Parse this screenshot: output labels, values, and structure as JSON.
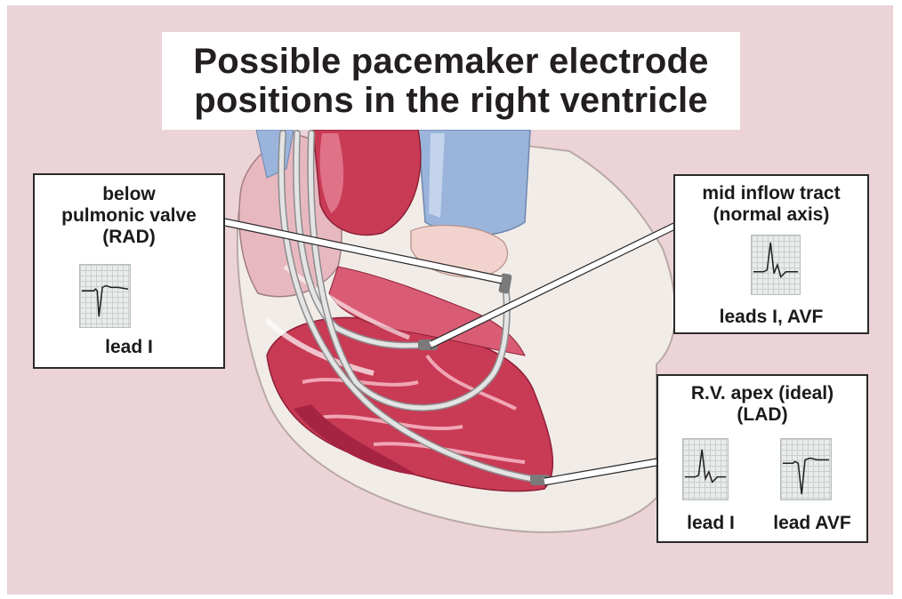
{
  "title": {
    "line1": "Possible pacemaker electrode",
    "line2": "positions in the right ventricle"
  },
  "labels": {
    "below_pulmonic": {
      "lines": [
        "below",
        "pulmonic valve",
        "(RAD)"
      ],
      "lead": "lead I"
    },
    "mid_inflow": {
      "lines": [
        "mid inflow tract",
        "(normal axis)"
      ],
      "lead": "leads I, AVF"
    },
    "rv_apex": {
      "lines": [
        "R.V. apex (ideal)",
        "(LAD)"
      ],
      "lead_1": "lead I",
      "lead_2": "lead AVF"
    }
  },
  "colors": {
    "background": "#ecd3d7",
    "heart_muscle": "#c93a55",
    "vein_blue": "#9ab4dc",
    "pericardium": "#f1ece8",
    "lead_wire": "#d9d9d9"
  }
}
